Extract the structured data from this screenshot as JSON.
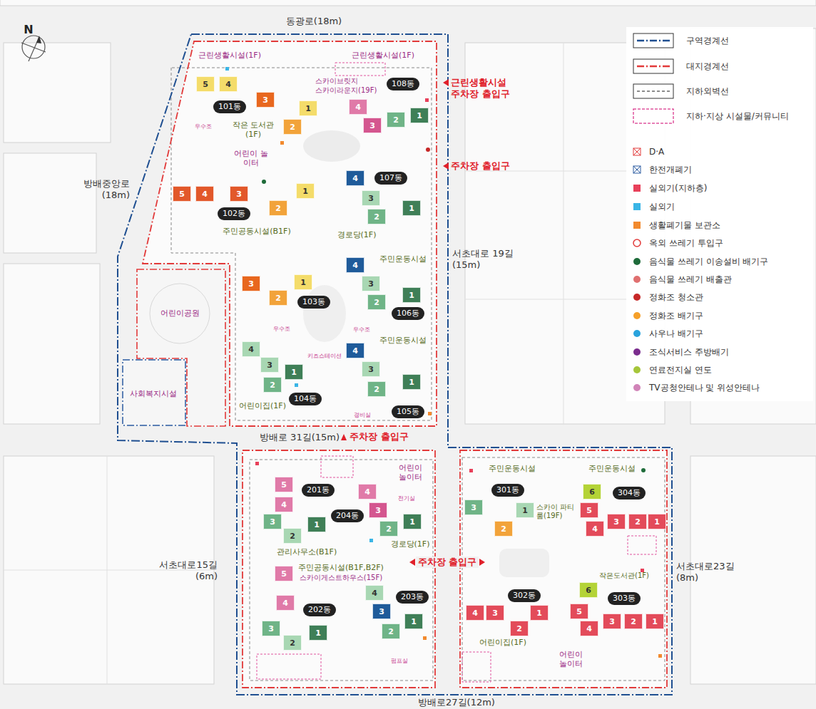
{
  "diagram": {
    "nodes": [
      {
        "text": [
          "101동"
        ]
      },
      {
        "text": [
          "5"
        ]
      },
      {
        "text": [
          "4"
        ]
      },
      {
        "text": [
          "3"
        ]
      },
      {
        "text": [
          "2"
        ]
      },
      {
        "text": [
          "1"
        ]
      },
      {
        "text": [
          "108동"
        ]
      },
      {
        "text": [
          "4"
        ]
      },
      {
        "text": [
          "3"
        ]
      },
      {
        "text": [
          "2"
        ]
      },
      {
        "text": [
          "1"
        ]
      },
      {
        "text": [
          "107동"
        ]
      },
      {
        "text": [
          "4"
        ]
      },
      {
        "text": [
          "3"
        ]
      },
      {
        "text": [
          "2"
        ]
      },
      {
        "text": [
          "1"
        ]
      },
      {
        "text": [
          "102동"
        ]
      },
      {
        "text": [
          "5"
        ]
      },
      {
        "text": [
          "4"
        ]
      },
      {
        "text": [
          "3"
        ]
      },
      {
        "text": [
          "2"
        ]
      },
      {
        "text": [
          "1"
        ]
      },
      {
        "text": [
          "103동"
        ]
      },
      {
        "text": [
          "3"
        ]
      },
      {
        "text": [
          "2"
        ]
      },
      {
        "text": [
          "1"
        ]
      },
      {
        "text": [
          "106동"
        ]
      },
      {
        "text": [
          "4"
        ]
      },
      {
        "text": [
          "3"
        ]
      },
      {
        "text": [
          "2"
        ]
      },
      {
        "text": [
          "1"
        ]
      },
      {
        "text": [
          "104동"
        ]
      },
      {
        "text": [
          "4"
        ]
      },
      {
        "text": [
          "3"
        ]
      },
      {
        "text": [
          "2"
        ]
      },
      {
        "text": [
          "1"
        ]
      },
      {
        "text": [
          "105동"
        ]
      },
      {
        "text": [
          "4"
        ]
      },
      {
        "text": [
          "3"
        ]
      },
      {
        "text": [
          "2"
        ]
      },
      {
        "text": [
          "1"
        ]
      },
      {
        "text": [
          "201동"
        ]
      },
      {
        "text": [
          "5"
        ]
      },
      {
        "text": [
          "4"
        ]
      },
      {
        "text": [
          "3"
        ]
      },
      {
        "text": [
          "2"
        ]
      },
      {
        "text": [
          "1"
        ]
      },
      {
        "text": [
          "204동"
        ]
      },
      {
        "text": [
          "4"
        ]
      },
      {
        "text": [
          "3"
        ]
      },
      {
        "text": [
          "2"
        ]
      },
      {
        "text": [
          "1"
        ]
      },
      {
        "text": [
          "301동"
        ]
      },
      {
        "text": [
          "3"
        ]
      },
      {
        "text": [
          "2"
        ]
      },
      {
        "text": [
          "1"
        ]
      },
      {
        "text": [
          "304동"
        ]
      },
      {
        "text": [
          "6"
        ]
      },
      {
        "text": [
          "5"
        ]
      },
      {
        "text": [
          "4"
        ]
      },
      {
        "text": [
          "3"
        ]
      },
      {
        "text": [
          "2"
        ]
      },
      {
        "text": [
          "1"
        ]
      },
      {
        "text": [
          "202동"
        ]
      },
      {
        "text": [
          "5"
        ]
      },
      {
        "text": [
          "4"
        ]
      },
      {
        "text": [
          "3"
        ]
      },
      {
        "text": [
          "2"
        ]
      },
      {
        "text": [
          "1"
        ]
      },
      {
        "text": [
          "203동"
        ]
      },
      {
        "text": [
          "4"
        ]
      },
      {
        "text": [
          "3"
        ]
      },
      {
        "text": [
          "2"
        ]
      },
      {
        "text": [
          "1"
        ]
      },
      {
        "text": [
          "302동"
        ]
      },
      {
        "text": [
          "4"
        ]
      },
      {
        "text": [
          "3"
        ]
      },
      {
        "text": [
          "2"
        ]
      },
      {
        "text": [
          "1"
        ]
      },
      {
        "text": [
          "303동"
        ]
      },
      {
        "text": [
          "6"
        ]
      },
      {
        "text": [
          "5"
        ]
      },
      {
        "text": [
          "4"
        ]
      },
      {
        "text": [
          "3"
        ]
      },
      {
        "text": [
          "2"
        ]
      },
      {
        "text": [
          "1"
        ]
      }
    ],
    "labels": [
      "동광로(18m)",
      "방배중앙로 (18m)",
      "서초대로 19길 (15m)",
      "방배로 31길(15m)",
      "서초대로15길 (6m)",
      "서초대로23길 (8m)",
      "방배로27길(12m)",
      "근린생활시설 주차장 출입구",
      "주차장 출입구",
      "주차장 출입구",
      "주차장 출입구",
      "근린생활시설(1F)",
      "근린생활시설(1F)",
      "스카이브릿지",
      "스카이라운지(19F)",
      "작은 도서관(1F)",
      "어린이 놀이터",
      "주민공동시설(B1F)",
      "경로당(1F)",
      "주민운동시설",
      "주민운동시설",
      "어린이공원",
      "사회복지시설",
      "어린이집(1F)",
      "어린이 놀이터",
      "경로당(1F)",
      "관리사무소(B1F)",
      "주민공동시설(B1F,B2F)",
      "스카이게스트하우스(15F)",
      "주민운동시설",
      "주민운동시설",
      "스카이 파티룸(19F)",
      "작은도서관(1F)",
      "어린이집(1F)",
      "어린이 놀이터",
      "N",
      "우수조",
      "키즈스테이션",
      "우수조",
      "우수조",
      "경비실",
      "전기실",
      "펌프실"
    ],
    "legend": [
      {
        "text": "구역경계선"
      },
      {
        "text": "대지경계선"
      },
      {
        "text": "지하외벽선"
      },
      {
        "text": "지하·지상 시설물/커뮤니티"
      },
      {
        "text": "D·A"
      },
      {
        "text": "한전개폐기"
      },
      {
        "text": "실외기(지하층)",
        "color": "#e8405a"
      },
      {
        "text": "실외기",
        "color": "#3ab5e6"
      },
      {
        "text": "생활폐기물 보관소",
        "color": "#f28a2e"
      },
      {
        "text": "옥외 쓰레기 투입구"
      },
      {
        "text": "음식물 쓰레기 이송설비 배기구",
        "color": "#1e6b3a"
      },
      {
        "text": "음식물 쓰레기 배출관",
        "color": "#e07070"
      },
      {
        "text": "정화조 청소관",
        "color": "#c62828"
      },
      {
        "text": "정화조 배기구",
        "color": "#f5a02a"
      },
      {
        "text": "사우나 배기구",
        "color": "#29a3dd"
      },
      {
        "text": "조식서비스 주방배기",
        "color": "#7b2d8e"
      },
      {
        "text": "연료전지실 연도",
        "color": "#a6c63a"
      },
      {
        "text": "TV공청안테나 및 위성안테나",
        "color": "#d184b8"
      }
    ]
  }
}
